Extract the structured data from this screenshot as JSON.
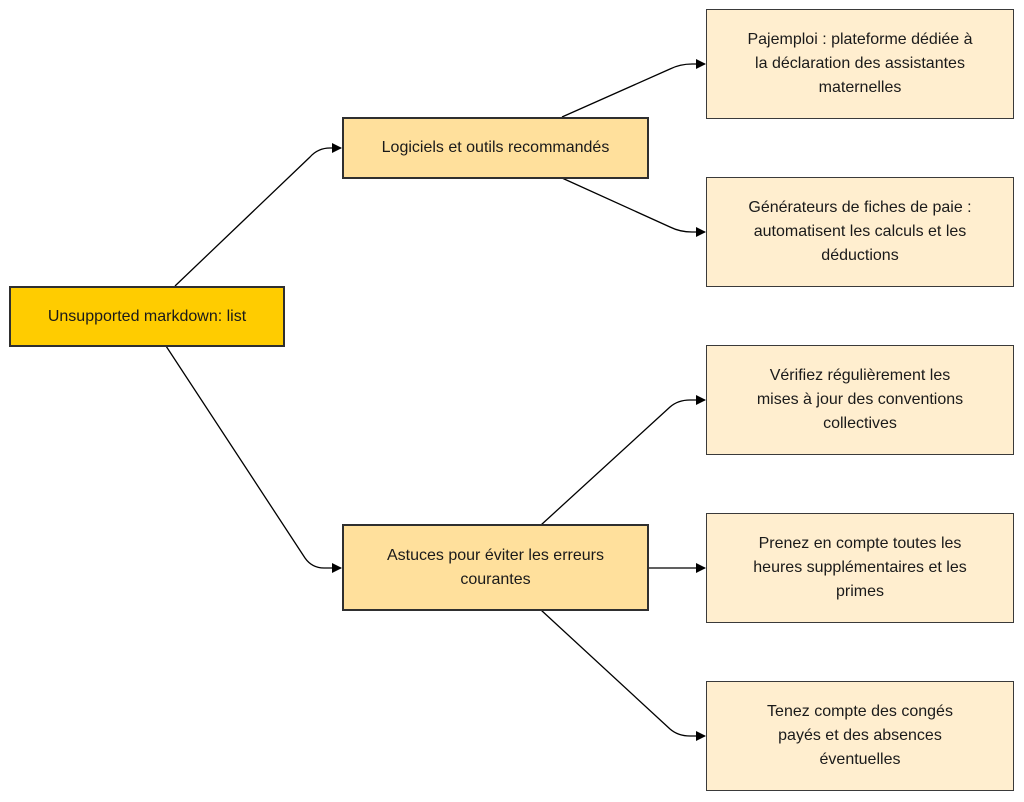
{
  "colors": {
    "root_fill": "#ffcc00",
    "branch_fill": "#ffe09c",
    "leaf_fill": "#ffeecf",
    "stroke": "#2f2f2f",
    "edge": "#000000"
  },
  "root": {
    "label": "Unsupported markdown: list"
  },
  "branches": [
    {
      "label": "Logiciels et outils recommandés",
      "leaves": [
        {
          "label": "Pajemploi : plateforme dédiée à la déclaration des assistantes maternelles"
        },
        {
          "label": "Générateurs de fiches de paie : automatisent les calculs et les déductions"
        }
      ]
    },
    {
      "label": "Astuces pour éviter les erreurs courantes",
      "leaves": [
        {
          "label": "Vérifiez régulièrement les mises à jour des conventions collectives"
        },
        {
          "label": "Prenez en compte toutes les heures supplémentaires et les primes"
        },
        {
          "label": "Tenez compte des congés payés et des absences éventuelles"
        }
      ]
    }
  ]
}
